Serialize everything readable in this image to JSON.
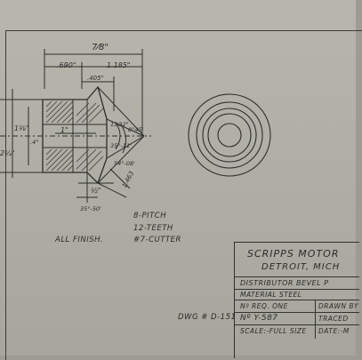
{
  "dimensions": {
    "overall": "7⁄8\"",
    "left_len": ".690\"",
    "right_len": "1.185\"",
    "small_405": ".405\"",
    "bore": "1\"",
    "hub": ".4\"",
    "diam_left": "1⅛\"",
    "diam_small": "13⁄32\"",
    "angle_1": "8°45'",
    "angle_2": "35°-11'",
    "angle_3": "54°-08'",
    "cone": "1.463",
    "angle_4": "35°-50'",
    "half": "½\"",
    "edge_left": "2¼\""
  },
  "notes": {
    "pitch": "8-PITCH",
    "teeth": "12-TEETH",
    "cutter": "#7-CUTTER",
    "finish": "ALL FINISH.",
    "dwg": "DWG # D-151"
  },
  "title_block": {
    "company": "SCRIPPS MOTOR",
    "city": "DETROIT, MICH",
    "part": "DISTRIBUTOR BEVEL P",
    "material": "MATERIAL STEEL",
    "req": "Nº REQ. ONE",
    "drawn_by": "DRAWN BY",
    "number": "Nº Y-587",
    "traced": "TRACED",
    "scale": "SCALE:-FULL SIZE",
    "date": "DATE:-M"
  }
}
